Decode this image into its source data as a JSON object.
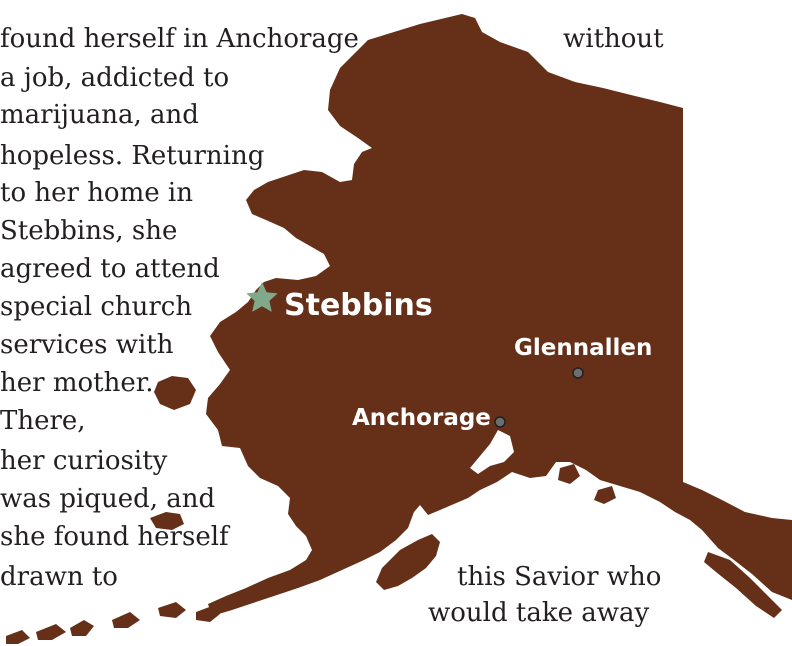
{
  "paragraph_lines": [
    "found herself in Anchorage",
    "without",
    "a job, addicted to",
    "marijuana, and",
    "hopeless. Returning",
    "to her home in",
    "Stebbins, she",
    "agreed to attend",
    "special church",
    "services with",
    "her mother.",
    "There,",
    "her curiosity",
    "was piqued, and",
    "she found herself",
    "drawn to",
    "this Savior who",
    "would take away"
  ],
  "map": {
    "land_color": "#652f18",
    "star_color": "#7fa98a",
    "dot_color": "#6d6e71",
    "labels": {
      "stebbins": "Stebbins",
      "glennallen": "Glennallen",
      "anchorage": "Anchorage"
    },
    "icons": {
      "stebbins_marker": "star-icon",
      "city_marker": "circle-dot-icon"
    }
  }
}
